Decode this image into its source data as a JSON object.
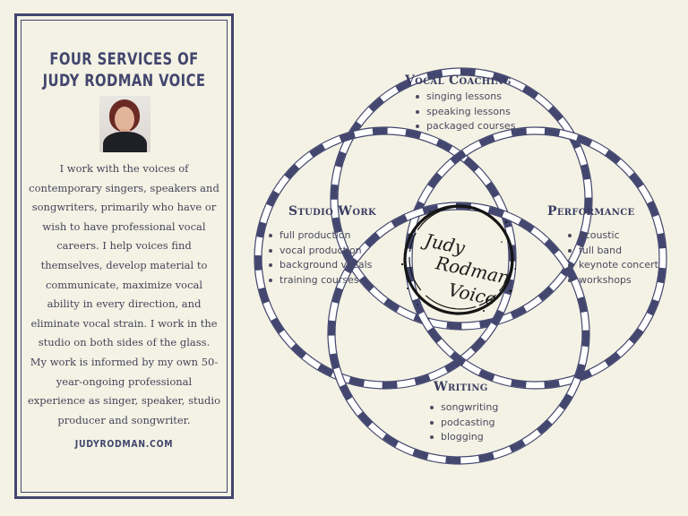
{
  "panel": {
    "title_line1": "FOUR SERVICES OF",
    "title_line2": "JUDY RODMAN VOICE",
    "photo_alt": "Judy Rodman",
    "bio": [
      "I work with the voices of",
      "contemporary singers, speakers and",
      "songwriters, primarily who have or",
      "wish to have professional vocal",
      "careers.  I help voices find",
      "themselves, develop material to",
      "communicate, maximize vocal",
      "ability in every direction, and",
      "eliminate vocal strain. I work in the",
      "studio on both sides of the glass.",
      "My work is informed by my own 50-",
      "year-ongoing professional",
      "experience as singer, speaker, studio",
      "producer and songwriter."
    ],
    "website": "JUDYRODMAN.COM"
  },
  "logo": {
    "line1": "Judy",
    "line2": "Rodman",
    "line3": "Voice"
  },
  "services": {
    "vocal_coaching": {
      "title": "Vocal Coaching",
      "items": [
        "singing lessons",
        "speaking lessons",
        "packaged courses"
      ]
    },
    "studio_work": {
      "title": "Studio Work",
      "items": [
        "full production",
        "vocal production",
        "background vocals",
        "training courses"
      ]
    },
    "performance": {
      "title": "Performance",
      "items": [
        "acoustic",
        "full band",
        "keynote concert",
        "workshops"
      ]
    },
    "writing": {
      "title": "Writing",
      "items": [
        "songwriting",
        "podcasting",
        "blogging"
      ]
    }
  },
  "colors": {
    "background": "#f3f2e4",
    "accent": "#43466e",
    "ring_light": "#ffffff"
  }
}
